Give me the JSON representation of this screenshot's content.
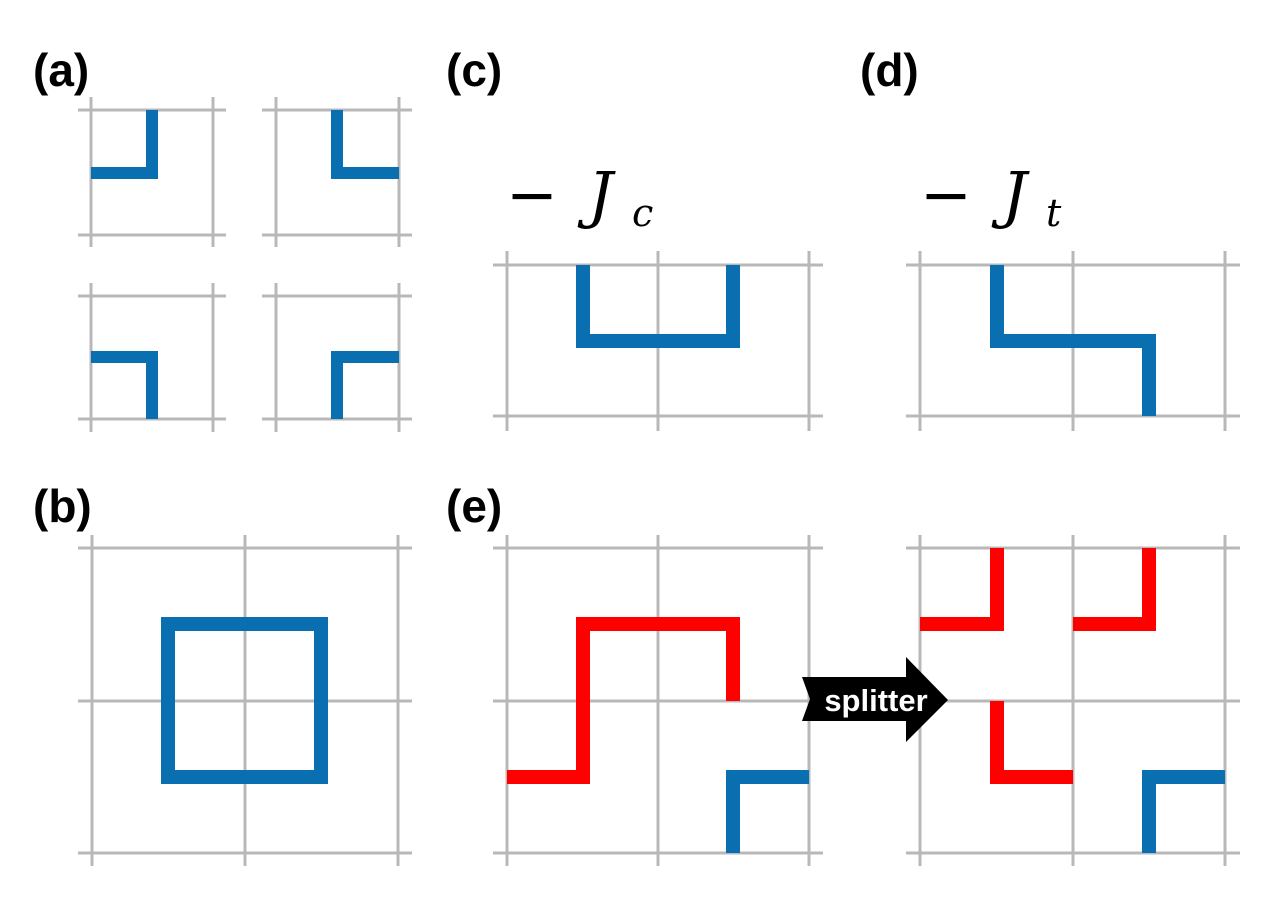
{
  "colors": {
    "grid": "#b8b8b8",
    "blue": "#0a6fb0",
    "red": "#ff0000",
    "arrow": "#000000",
    "arrow_text": "#ffffff"
  },
  "panels": {
    "a": {
      "label": "(a)"
    },
    "b": {
      "label": "(b)"
    },
    "c": {
      "label": "(c)",
      "coupling_minus": "−",
      "coupling_symbol": "J",
      "coupling_subscript": "c"
    },
    "d": {
      "label": "(d)",
      "coupling_minus": "−",
      "coupling_symbol": "J",
      "coupling_subscript": "t"
    },
    "e": {
      "label": "(e)",
      "arrow_label": "splitter"
    }
  }
}
